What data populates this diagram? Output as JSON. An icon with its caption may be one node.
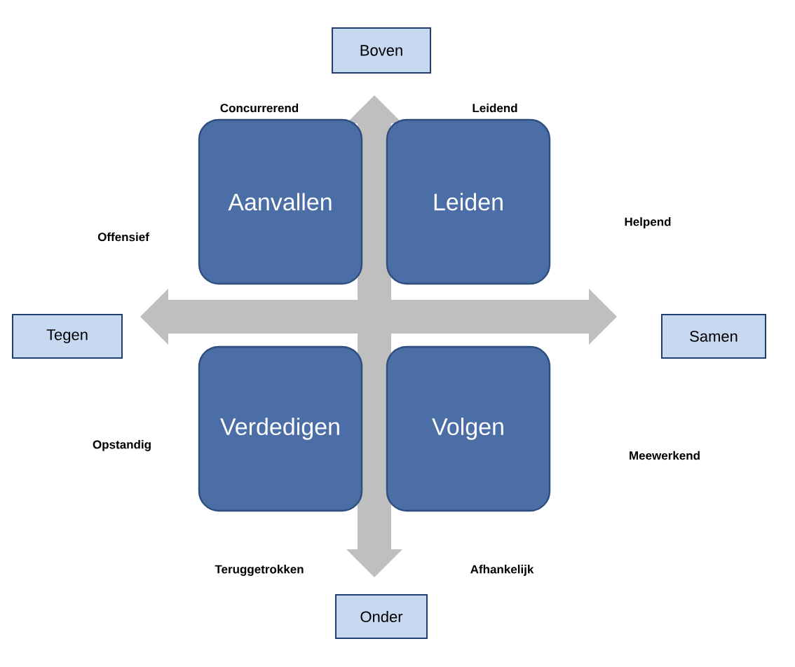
{
  "diagram": {
    "nodes": [
      {
        "text": [
          "Boven"
        ]
      },
      {
        "text": [
          "Aanvallen"
        ]
      },
      {
        "text": [
          "Leiden"
        ]
      },
      {
        "text": [
          "Tegen"
        ]
      },
      {
        "text": [
          "Samen"
        ]
      },
      {
        "text": [
          "Verdedigen"
        ]
      },
      {
        "text": [
          "Volgen"
        ]
      },
      {
        "text": [
          "Onder"
        ]
      }
    ],
    "labels": [
      "Concurrerend",
      "Leidend",
      "Helpend",
      "Offensief",
      "Opstandig",
      "Meewerkend",
      "Teruggetrokken",
      "Afhankelijk"
    ]
  }
}
